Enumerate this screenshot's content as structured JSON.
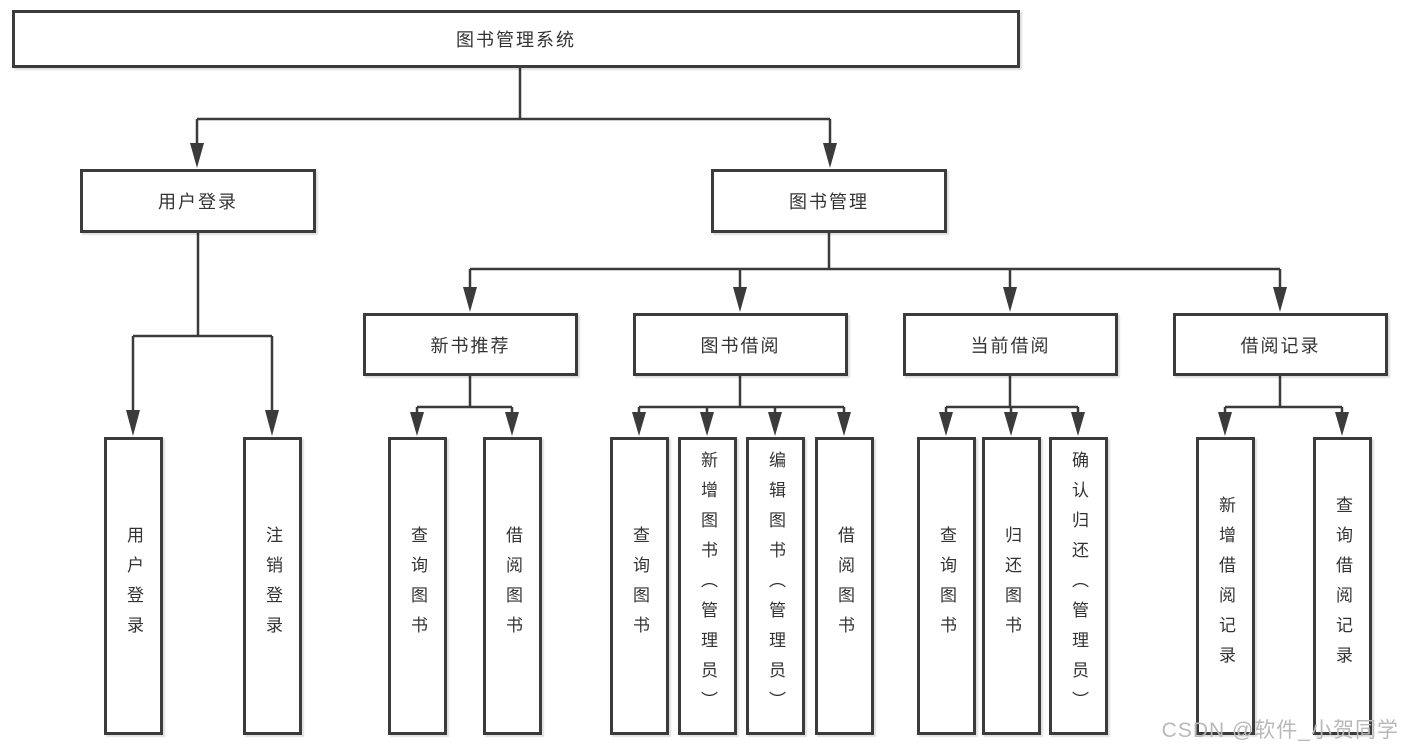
{
  "diagram": {
    "root": {
      "label": "图书管理系统"
    },
    "level2": [
      {
        "label": "用户登录"
      },
      {
        "label": "图书管理"
      }
    ],
    "level3": [
      {
        "label": "新书推荐"
      },
      {
        "label": "图书借阅"
      },
      {
        "label": "当前借阅"
      },
      {
        "label": "借阅记录"
      }
    ],
    "leaves": [
      {
        "label": "用户登录"
      },
      {
        "label": "注销登录"
      },
      {
        "label": "查询图书"
      },
      {
        "label": "借阅图书"
      },
      {
        "label": "查询图书"
      },
      {
        "label": "新增图书（管理员）"
      },
      {
        "label": "编辑图书（管理员）"
      },
      {
        "label": "借阅图书"
      },
      {
        "label": "查询图书"
      },
      {
        "label": "归还图书"
      },
      {
        "label": "确认归还（管理员）"
      },
      {
        "label": "新增借阅记录"
      },
      {
        "label": "查询借阅记录"
      }
    ],
    "colors": {
      "line": "#3b3b3b",
      "text": "#333333",
      "background": "#ffffff",
      "watermark": "#b9b9b9"
    },
    "watermark": "CSDN @软件_小贺同学"
  }
}
